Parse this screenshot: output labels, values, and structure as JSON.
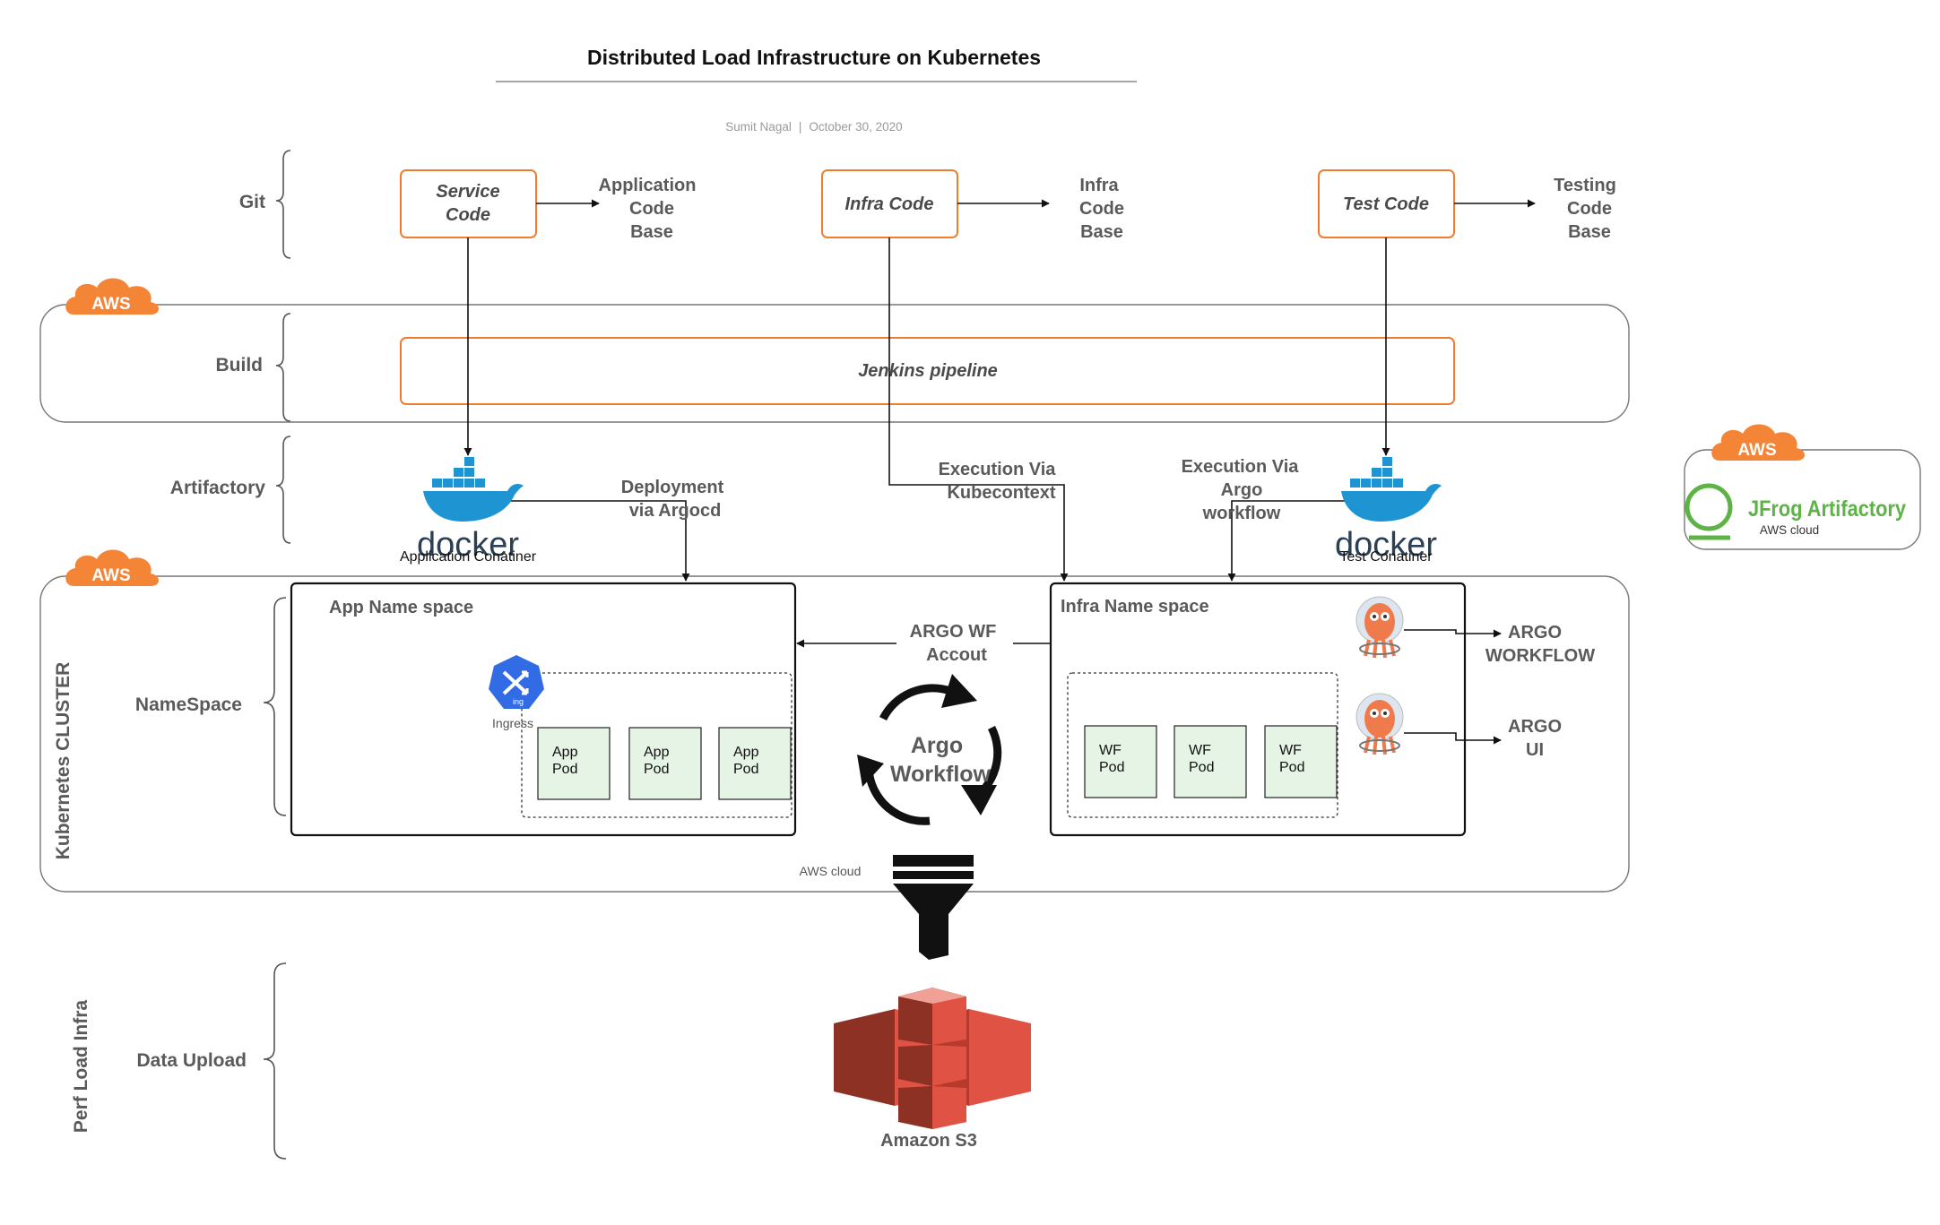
{
  "header": {
    "title": "Distributed  Load Infrastructure on Kubernetes",
    "author": "Sumit Nagal",
    "separator": "|",
    "date": "October 30, 2020"
  },
  "lanes": {
    "git": "Git",
    "build": "Build",
    "artifactory": "Artifactory",
    "namespace": "NameSpace",
    "data_upload": "Data Upload",
    "k8s_cluster": "Kubernetes CLUSTER",
    "perf_load": "Perf Load Infra"
  },
  "git_sources": {
    "service_code": [
      "Service",
      "Code"
    ],
    "infra_code": "Infra  Code",
    "test_code": "Test  Code",
    "app_code_base": [
      "Application",
      "Code",
      "Base"
    ],
    "infra_code_base": [
      "Infra",
      "Code",
      "Base"
    ],
    "testing_code_base": [
      "Testing",
      "Code",
      "Base"
    ]
  },
  "build": {
    "pipeline": "Jenkins pipeline"
  },
  "aws_badge": "AWS",
  "artifactory": {
    "docker_logo": "docker",
    "app_container": "Application Conatiner",
    "test_container": "Test Conatiner",
    "deployment_label": [
      "Deployment",
      "via Argocd"
    ],
    "exec_kube_label": [
      "Execution Via",
      "Kubecontext"
    ],
    "exec_argo_label": [
      "Execution Via",
      "Argo",
      "workflow"
    ],
    "jfrog_name": "JFrog Artifactory",
    "jfrog_caption": "AWS cloud"
  },
  "cluster": {
    "app_namespace": "App Name space",
    "infra_namespace": "Infra Name space",
    "ingress": "Ingress",
    "ingress_badge": "ing",
    "app_pods": [
      [
        "App",
        "Pod"
      ],
      [
        "App",
        "Pod"
      ],
      [
        "App",
        "Pod"
      ]
    ],
    "wf_pods": [
      [
        "WF",
        "Pod"
      ],
      [
        "WF",
        "Pod"
      ],
      [
        "WF",
        "Pod"
      ]
    ],
    "argo_wf_account": [
      "ARGO WF",
      "Accout"
    ],
    "argo_cycle": [
      "Argo",
      "Workflow"
    ],
    "argo_workflow_out": [
      "ARGO",
      "WORKFLOW"
    ],
    "argo_ui_out": [
      "ARGO",
      "UI"
    ],
    "aws_cloud_caption": "AWS cloud"
  },
  "storage": {
    "s3_label": "Amazon S3"
  },
  "colors": {
    "orange_border": "#f07d2e",
    "aws_orange": "#f58536",
    "docker_blue": "#1f94d2",
    "s3_red": "#e05243",
    "jfrog_green": "#5db346",
    "argo_orange": "#ef7b4d",
    "pod_fill": "#e6f4e6"
  }
}
